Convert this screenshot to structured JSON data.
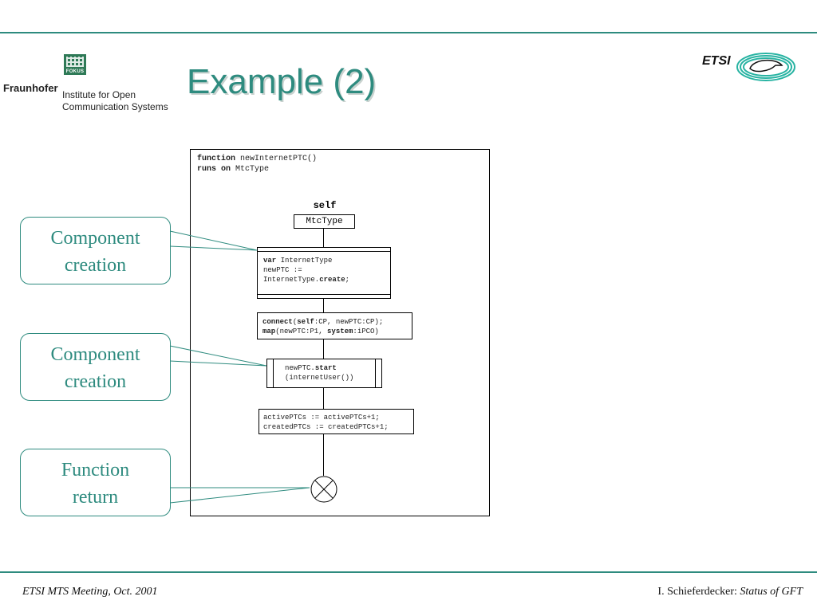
{
  "header": {
    "logo_badge": "FOKUS",
    "brand": "Fraunhofer",
    "institute_lines": [
      "Institute for Open",
      "Communication Systems"
    ],
    "title": "Example (2)",
    "etsi_logo": "ETSI"
  },
  "diagram": {
    "signature": {
      "kw_function": "function",
      "name": " newInternetPTC()",
      "kw_runs_on": "runs on",
      "type": " MtcType"
    },
    "instance_label": "self",
    "instance_type": "MtcType",
    "block1": {
      "kw_var": "var",
      "l1_rest": " InternetType",
      "l2": "newPTC :=",
      "l3_pre": "InternetType.",
      "l3_kw": "create",
      "l3_post": ";"
    },
    "block2": {
      "connect": "connect",
      "c_open": "(",
      "self": "self",
      "c_rest": ":CP, newPTC:CP);",
      "map": "map",
      "m_rest": "(newPTC:P1, ",
      "system": "system",
      "m_end": ":iPCO)"
    },
    "block3": {
      "l1_pre": "newPTC.",
      "l1_kw": "start",
      "l2": "(internetUser())"
    },
    "block4": {
      "l1": "activePTCs := activePTCs+1;",
      "l2": "createdPTCs := createdPTCs+1;"
    }
  },
  "callouts": [
    {
      "lines": [
        "Component",
        "creation"
      ]
    },
    {
      "lines": [
        "Component",
        "creation"
      ]
    },
    {
      "lines": [
        "Function",
        "return"
      ]
    }
  ],
  "footer": {
    "left": "ETSI MTS Meeting, Oct. 2001",
    "author": "I. Schieferdecker: ",
    "topic": "Status of GFT"
  },
  "colors": {
    "accent": "#2e8b7f",
    "logo_green": "#2f7a57"
  }
}
